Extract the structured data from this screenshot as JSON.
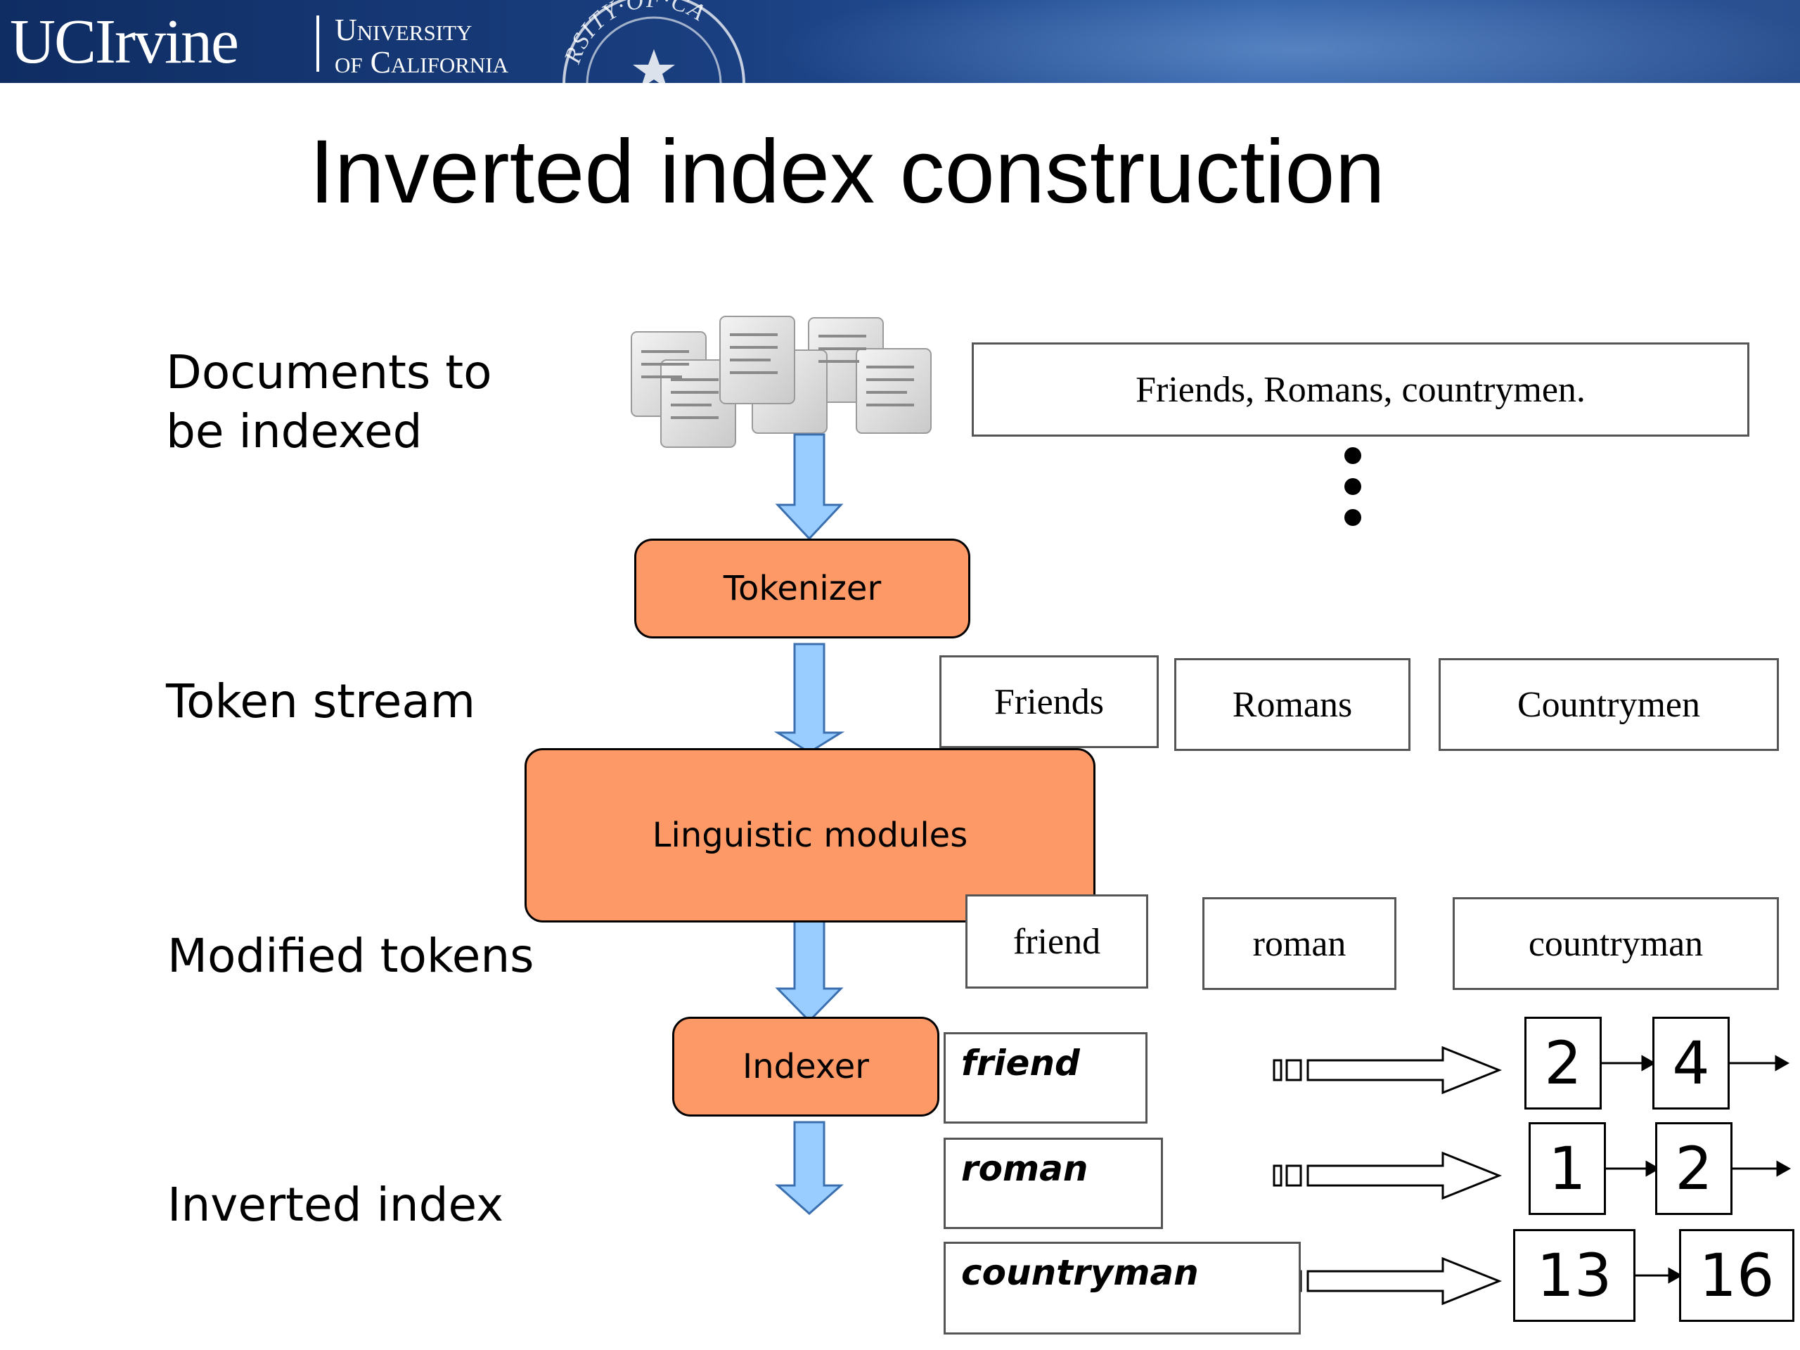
{
  "header": {
    "logo_text": "UCIrvine",
    "university_line1": "University",
    "university_line2": "of California",
    "seal_text": "RSITY·OF·CA"
  },
  "title": "Inverted index construction",
  "labels": {
    "documents": [
      "Documents to",
      "be indexed"
    ],
    "token_stream": "Token stream",
    "modified_tokens": "Modified tokens",
    "inverted_index": "Inverted index"
  },
  "modules": {
    "tokenizer": "Tokenizer",
    "linguistic": "Linguistic modules",
    "indexer": "Indexer"
  },
  "document_text": "Friends, Romans, countrymen.",
  "tokens": [
    "Friends",
    "Romans",
    "Countrymen"
  ],
  "modified_tokens": [
    "friend",
    "roman",
    "countryman"
  ],
  "index": [
    {
      "term": "friend",
      "postings": [
        "2",
        "4"
      ]
    },
    {
      "term": "roman",
      "postings": [
        "1",
        "2"
      ]
    },
    {
      "term": "countryman",
      "postings": [
        "13",
        "16"
      ]
    }
  ],
  "colors": {
    "module_fill": "#fd9966",
    "arrow_fill": "#99ccff",
    "banner": "#1a3f80"
  }
}
